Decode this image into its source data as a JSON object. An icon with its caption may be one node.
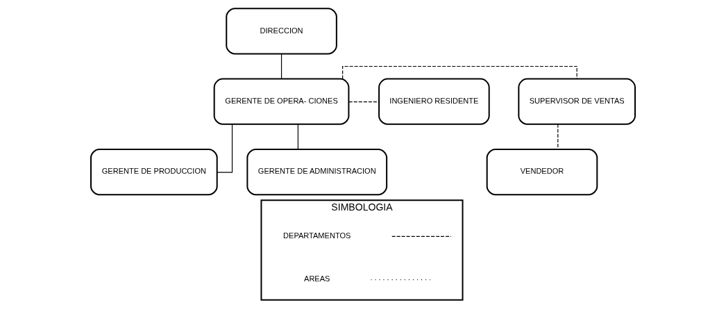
{
  "diagram": {
    "nodes": [
      {
        "text": [
          "DIRECCION"
        ]
      },
      {
        "text": [
          "GERENTE DE OPERA- CIONES"
        ]
      },
      {
        "text": [
          "SUPERVISOR DE VENTAS"
        ]
      },
      {
        "text": [
          "INGENIERO RESIDENTE"
        ]
      },
      {
        "text": [
          "VENDEDOR"
        ]
      },
      {
        "text": [
          "GERENTE DE PRODUCCION"
        ]
      },
      {
        "text": [
          "GERENTE DE ADMINISTRACION"
        ]
      },
      {
        "text": [
          "SIMBOLOGIA"
        ]
      }
    ],
    "edges": [
      {
        "from": 0,
        "to": 1,
        "arrow": "none"
      },
      {
        "from": 1,
        "to": 2,
        "arrow": "none",
        "style": "dashed"
      },
      {
        "from": 1,
        "to": 3,
        "arrow": "none",
        "style": "dashed"
      },
      {
        "from": 2,
        "to": 4,
        "arrow": "none",
        "style": "dashed"
      },
      {
        "from": 1,
        "to": 5,
        "arrow": "none"
      },
      {
        "from": 1,
        "to": 6,
        "arrow": "none"
      }
    ],
    "legend": [
      {
        "text": "DEPARTAMENTOS"
      },
      {
        "text": "AREAS"
      }
    ]
  }
}
